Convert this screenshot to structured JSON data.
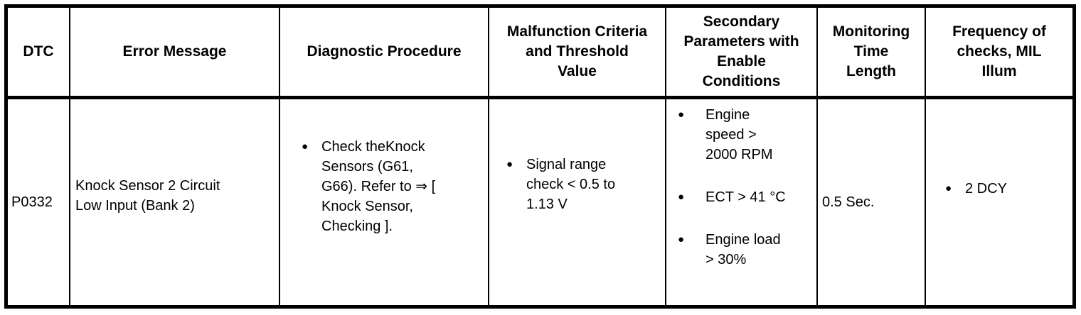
{
  "table": {
    "header": {
      "dtc": "DTC",
      "error_message": "Error Message",
      "diagnostic_procedure": "Diagnostic Procedure",
      "malfunction_criteria": "Malfunction Criteria\nand Threshold\nValue",
      "secondary_parameters": "Secondary\nParameters with\nEnable\nConditions",
      "monitoring_time_length": "Monitoring\nTime\nLength",
      "frequency_of_checks": "Frequency of\nchecks, MIL\nIllum"
    },
    "row": {
      "dtc": "P0332",
      "error_message": "Knock Sensor 2 Circuit\nLow Input (Bank 2)",
      "diagnostic_procedure": [
        "Check theKnock\nSensors (G61,\nG66). Refer to ⇒ [\nKnock Sensor,\nChecking ]."
      ],
      "malfunction_criteria": [
        "Signal range\ncheck < 0.5 to\n1.13 V"
      ],
      "secondary_parameters": [
        "Engine\nspeed >\n2000 RPM",
        "ECT > 41 °C",
        "Engine load\n> 30%"
      ],
      "monitoring_time_length": "0.5 Sec.",
      "frequency_of_checks": [
        "2 DCY"
      ]
    }
  },
  "icons": {
    "bullet": "●"
  },
  "colors": {
    "border": "#000000",
    "text": "#000000",
    "background": "#ffffff"
  }
}
